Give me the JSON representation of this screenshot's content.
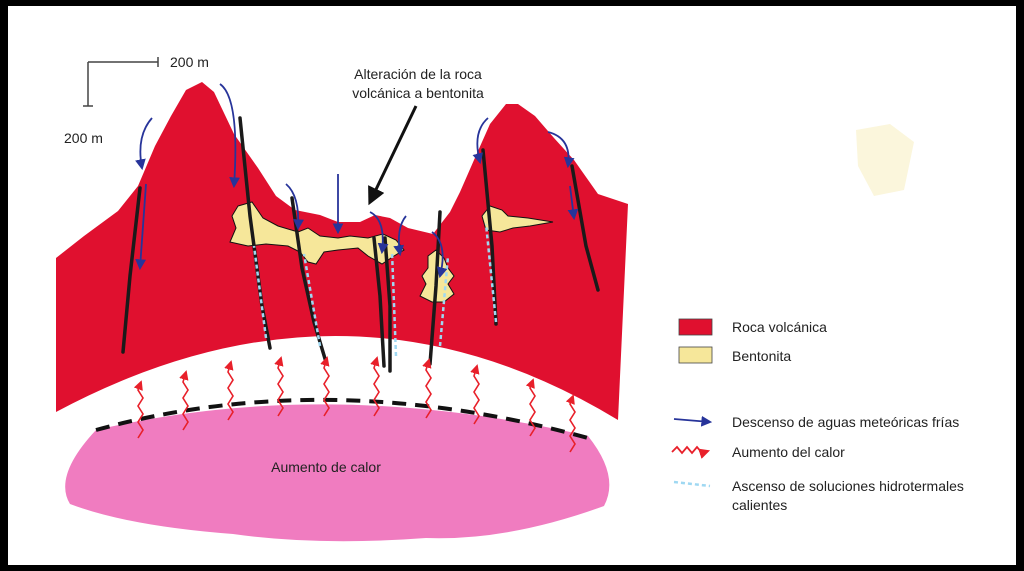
{
  "scale": {
    "horizontal_label": "200 m",
    "vertical_label": "200 m"
  },
  "annotation": {
    "line1": "Alteración de la roca",
    "line2": "volcánica a bentonita"
  },
  "magma_label": "Aumento de calor",
  "legend": {
    "volcanic": "Roca volcánica",
    "bentonite": "Bentonita",
    "meteoric": "Descenso de aguas meteóricas frías",
    "heat": "Aumento del calor",
    "hydro_line1": "Ascenso de soluciones hidrotermales",
    "hydro_line2": "calientes"
  },
  "colors": {
    "volcanic_rock": "#e0102f",
    "bentonite": "#f6e79a",
    "magma": "#f07cc0",
    "meteoric_arrow": "#27349a",
    "heat_arrow": "#e8202a",
    "hydrothermal": "#9fd8f2"
  }
}
